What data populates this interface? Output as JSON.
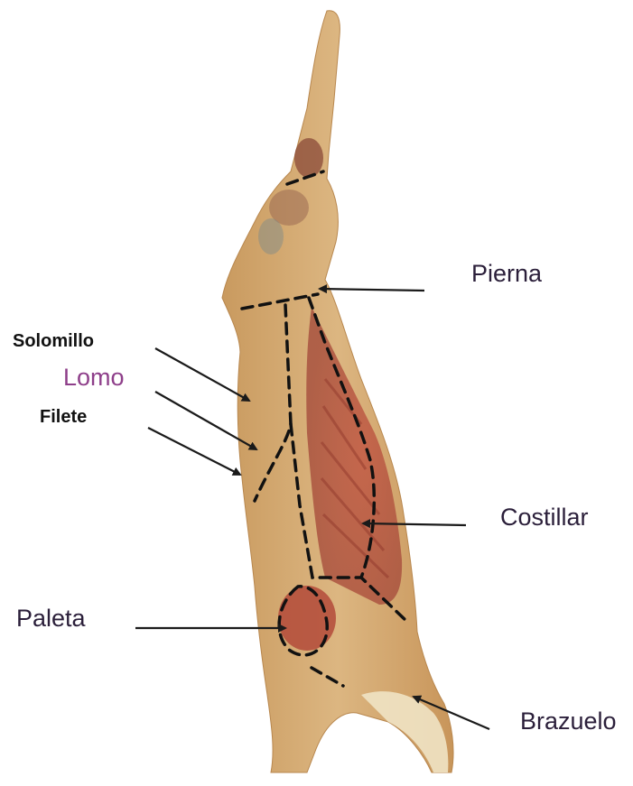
{
  "labels": {
    "pierna": "Pierna",
    "solomillo": "Solomillo",
    "lomo": "Lomo",
    "filete": "Filete",
    "costillar": "Costillar",
    "paleta": "Paleta",
    "brazuelo": "Brazuelo"
  },
  "colors": {
    "label_text": "#2b1f3a",
    "lomo_text": "#8e3f8a",
    "bold_text": "#111111",
    "arrow": "#1a1a1a",
    "cut_line": "#111111",
    "fat": "#d9b27e",
    "fat_light": "#e8d2a6",
    "muscle": "#b5513f",
    "muscle_dark": "#8c3427",
    "bone": "#f0e6cc"
  },
  "icons": [
    "lamb-carcass-image",
    "arrow-icon",
    "dashed-cut-line"
  ]
}
